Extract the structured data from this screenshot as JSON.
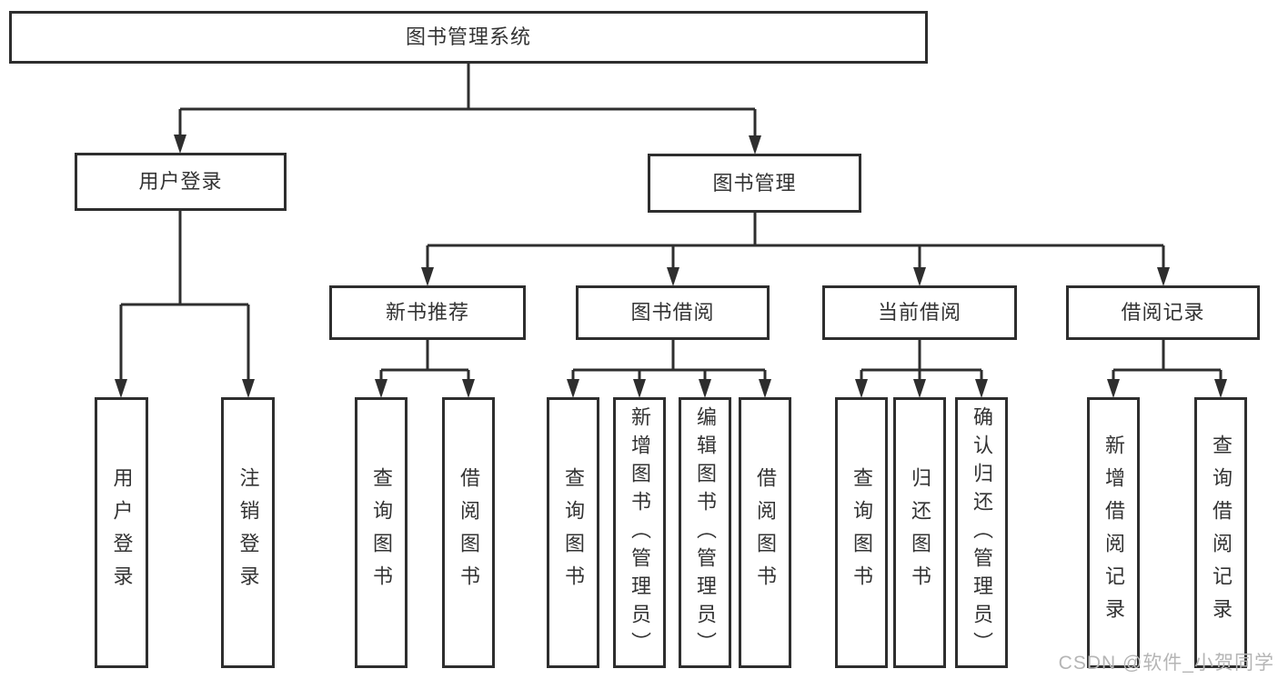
{
  "diagram": {
    "title": "图书管理系统",
    "branches": [
      {
        "label": "用户登录",
        "children": [
          {
            "label": "用户登录"
          },
          {
            "label": "注销登录"
          }
        ]
      },
      {
        "label": "图书管理",
        "children": [
          {
            "label": "新书推荐",
            "children": [
              {
                "label": "查询图书"
              },
              {
                "label": "借阅图书"
              }
            ]
          },
          {
            "label": "图书借阅",
            "children": [
              {
                "label": "查询图书"
              },
              {
                "label": "新增图书（管理员）"
              },
              {
                "label": "编辑图书（管理员）"
              },
              {
                "label": "借阅图书"
              }
            ]
          },
          {
            "label": "当前借阅",
            "children": [
              {
                "label": "查询图书"
              },
              {
                "label": "归还图书"
              },
              {
                "label": "确认归还（管理员）"
              }
            ]
          },
          {
            "label": "借阅记录",
            "children": [
              {
                "label": "新增借阅记录"
              },
              {
                "label": "查询借阅记录"
              }
            ]
          }
        ]
      }
    ]
  },
  "watermark": {
    "text": "CSDN @软件_小贺同学"
  },
  "colors": {
    "line": "#2e2e2e",
    "text": "#333333",
    "watermark": "#b5b5b5",
    "background": "#ffffff"
  }
}
